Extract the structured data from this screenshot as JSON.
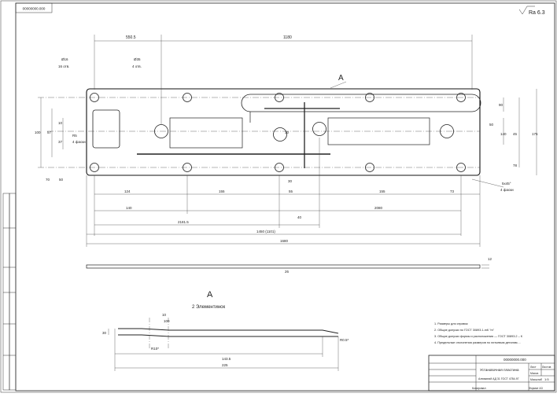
{
  "stamp_top": "00000000.000",
  "roughness": "Ra 6.3",
  "view_a_callout": "A",
  "section_a_label": "A",
  "section_a_subtitle": "2 Элементинок",
  "dims_top": [
    "550.5",
    "1180"
  ],
  "dims_left": [
    "100",
    "57",
    "10",
    "37",
    "70",
    "50",
    "50"
  ],
  "hole_notes": [
    {
      "size": "Ø16",
      "count": "16 отв."
    },
    {
      "size": "Ø35",
      "count": "4 отв."
    },
    {
      "size": "R5",
      "count": "4 фаски"
    },
    {
      "size": "5x45°",
      "count": "4 фаски"
    }
  ],
  "dims_right": [
    "90",
    "50",
    "140",
    "45",
    "175",
    "78"
  ],
  "dims_middle": [
    "30",
    "30"
  ],
  "dims_bottom_row1": [
    "124",
    "155",
    "55",
    "155",
    "73"
  ],
  "dims_bottom_row2": [
    "140",
    "2181.5",
    "40",
    "2080"
  ],
  "dims_bottom_row3": [
    "1450 (1101)",
    "1680"
  ],
  "side_view_dim": "12",
  "side_view_mark": "26",
  "section_dims": [
    "30",
    "10",
    "100",
    "R10*",
    "R0.5*",
    "143.5",
    "225"
  ],
  "notes": [
    "1. Размеры для справок",
    "2. Общие допуски по ГОСТ 30893.1-mК \"m\"",
    "3. Общие допуски формы и расположения — ГОСТ 30893.2 – К",
    "4. Предельные отклонения размеров по литьевым деталям...."
  ],
  "title_block": {
    "designation": "00000000.000",
    "name": "Установочная пластина",
    "material": "Алюминий АД 31 ГОСТ 4784-97",
    "sheet_label": "Лист",
    "sheets_label": "Листов",
    "mass_label": "Масса",
    "scale_label": "Масштаб",
    "scale": "1:5",
    "format": "Формат A3",
    "copied": "Копировал"
  }
}
